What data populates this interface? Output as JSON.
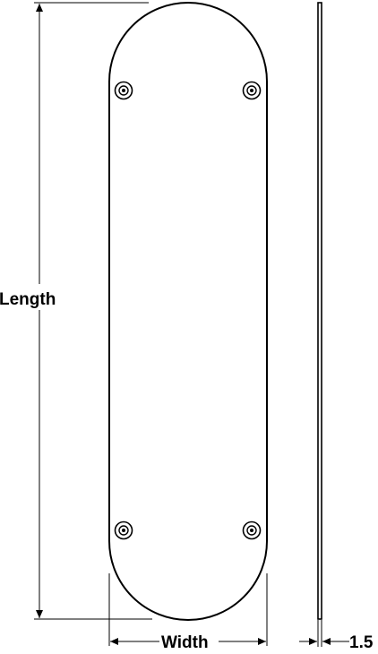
{
  "labels": {
    "length": "Length",
    "width": "Width",
    "thickness": "1.5"
  },
  "colors": {
    "line": "#000000",
    "background": "#ffffff"
  },
  "parts": {
    "plate": "push-plate-front-view",
    "side": "push-plate-side-view",
    "screws": [
      "screw-hole-top-left",
      "screw-hole-top-right",
      "screw-hole-bottom-left",
      "screw-hole-bottom-right"
    ]
  }
}
